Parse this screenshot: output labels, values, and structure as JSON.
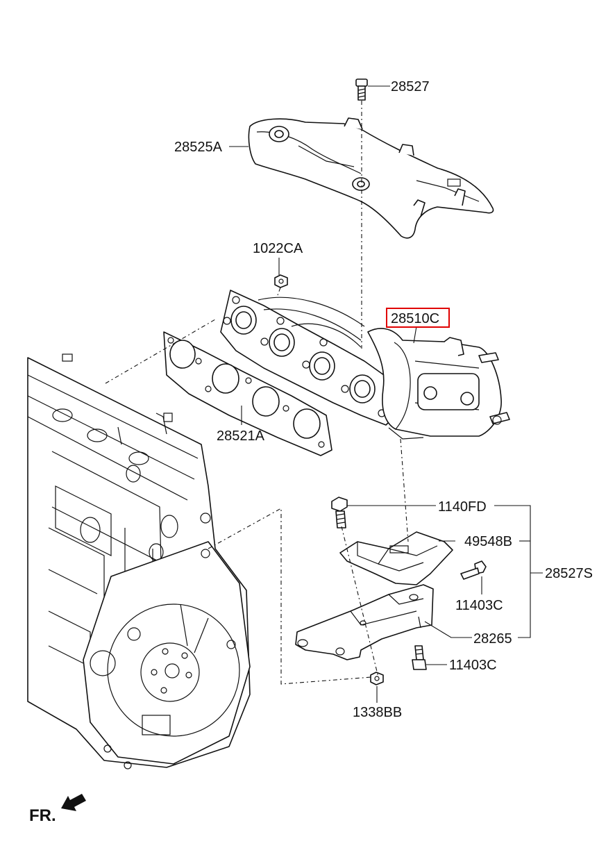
{
  "callouts": {
    "c_28527": "28527",
    "c_28525A": "28525A",
    "c_1022CA": "1022CA",
    "c_28510C": "28510C",
    "c_28521A": "28521A",
    "c_1140FD": "1140FD",
    "c_49548B": "49548B",
    "c_28527S": "28527S",
    "c_11403C_a": "11403C",
    "c_28265": "28265",
    "c_11403C_b": "11403C",
    "c_1338BB": "1338BB"
  },
  "direction": {
    "label": "FR."
  },
  "colors": {
    "line": "#111111",
    "highlight": "#e00000",
    "background": "#ffffff"
  }
}
